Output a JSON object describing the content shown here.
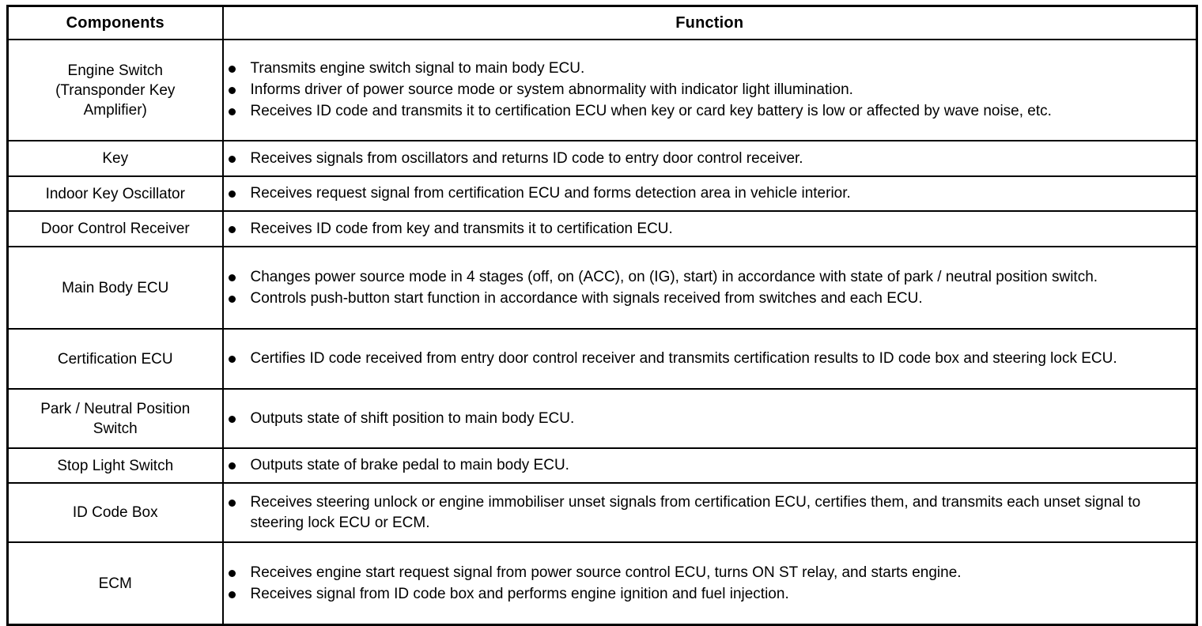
{
  "table": {
    "headers": {
      "components": "Components",
      "function": "Function"
    },
    "rows": [
      {
        "component_lines": [
          "Engine Switch",
          "(Transponder Key",
          "Amplifier)"
        ],
        "functions": [
          "Transmits engine switch signal to main body ECU.",
          "Informs driver of power source mode or system abnormality with indicator light illumination.",
          "Receives ID code and transmits it to certification ECU when key or card key battery is low or affected by wave noise, etc."
        ]
      },
      {
        "component_lines": [
          "Key"
        ],
        "functions": [
          "Receives signals from oscillators and returns ID code to entry door control receiver."
        ]
      },
      {
        "component_lines": [
          "Indoor Key Oscillator"
        ],
        "functions": [
          "Receives request signal from certification ECU and forms detection area in vehicle interior."
        ]
      },
      {
        "component_lines": [
          "Door Control Receiver"
        ],
        "functions": [
          "Receives ID code from key and transmits it to certification ECU."
        ]
      },
      {
        "component_lines": [
          "Main Body ECU"
        ],
        "functions": [
          "Changes power source mode in 4 stages (off, on (ACC), on (IG), start) in accordance with state of park / neutral position switch.",
          "Controls push-button start function in accordance with signals received from switches and each ECU."
        ]
      },
      {
        "component_lines": [
          "Certification ECU"
        ],
        "functions": [
          "Certifies ID code received from entry door control receiver and transmits certification results to ID code box and steering lock ECU."
        ]
      },
      {
        "component_lines": [
          "Park / Neutral Position",
          "Switch"
        ],
        "functions": [
          "Outputs state of shift position to main body ECU."
        ]
      },
      {
        "component_lines": [
          "Stop Light Switch"
        ],
        "functions": [
          "Outputs state of brake pedal to main body ECU."
        ]
      },
      {
        "component_lines": [
          "ID Code Box"
        ],
        "functions": [
          "Receives steering unlock or engine immobiliser unset signals from certification ECU, certifies them, and transmits each unset signal to steering lock ECU or ECM."
        ]
      },
      {
        "component_lines": [
          "ECM"
        ],
        "functions": [
          "Receives engine start request signal from power source control ECU, turns ON ST relay, and starts engine.",
          "Receives signal from ID code box and performs engine ignition and fuel injection."
        ]
      }
    ]
  },
  "style": {
    "text_color": "#000000",
    "border_color": "#000000",
    "background_color": "#ffffff",
    "bullet_glyph": "filled-circle-bullet"
  }
}
